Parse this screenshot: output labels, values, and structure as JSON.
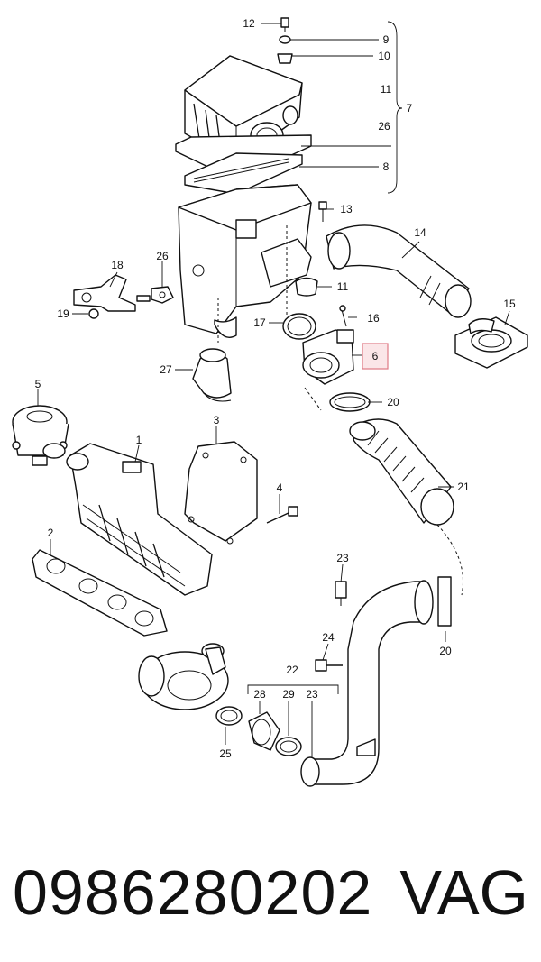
{
  "diagram": {
    "highlighted": "6",
    "highlight_color": "#e07a85",
    "callouts": [
      {
        "id": "12",
        "label": "12"
      },
      {
        "id": "9",
        "label": "9"
      },
      {
        "id": "10",
        "label": "10"
      },
      {
        "id": "11a",
        "label": "11"
      },
      {
        "id": "7",
        "label": "7"
      },
      {
        "id": "26a",
        "label": "26"
      },
      {
        "id": "8",
        "label": "8"
      },
      {
        "id": "13",
        "label": "13"
      },
      {
        "id": "14",
        "label": "14"
      },
      {
        "id": "18",
        "label": "18"
      },
      {
        "id": "26b",
        "label": "26"
      },
      {
        "id": "11b",
        "label": "11"
      },
      {
        "id": "15",
        "label": "15"
      },
      {
        "id": "19",
        "label": "19"
      },
      {
        "id": "16",
        "label": "16"
      },
      {
        "id": "17",
        "label": "17"
      },
      {
        "id": "6",
        "label": "6"
      },
      {
        "id": "27",
        "label": "27"
      },
      {
        "id": "20a",
        "label": "20"
      },
      {
        "id": "5",
        "label": "5"
      },
      {
        "id": "3",
        "label": "3"
      },
      {
        "id": "1",
        "label": "1"
      },
      {
        "id": "21",
        "label": "21"
      },
      {
        "id": "4",
        "label": "4"
      },
      {
        "id": "2",
        "label": "2"
      },
      {
        "id": "23a",
        "label": "23"
      },
      {
        "id": "20b",
        "label": "20"
      },
      {
        "id": "24",
        "label": "24"
      },
      {
        "id": "22",
        "label": "22"
      },
      {
        "id": "28",
        "label": "28"
      },
      {
        "id": "29",
        "label": "29"
      },
      {
        "id": "23b",
        "label": "23"
      },
      {
        "id": "25",
        "label": "25"
      }
    ]
  },
  "footer": {
    "part_number": "0986280202",
    "brand": "VAG"
  }
}
